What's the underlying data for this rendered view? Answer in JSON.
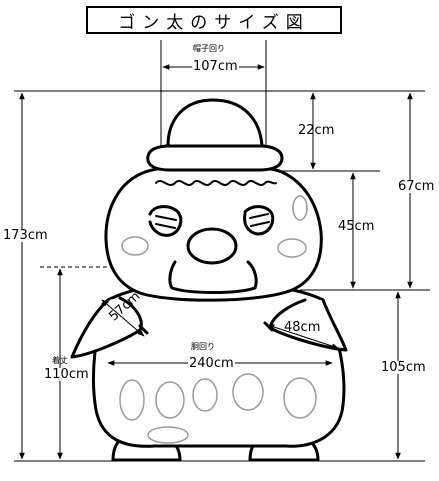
{
  "title": "ゴン太のサイズ図",
  "measurements": {
    "hat_circumference": {
      "label": "帽子回り",
      "value": "107cm"
    },
    "hat_height": {
      "value": "22cm"
    },
    "head_height": {
      "value": "45cm"
    },
    "head_total": {
      "value": "67cm"
    },
    "total_height": {
      "value": "173cm"
    },
    "length": {
      "label": "着丈",
      "value": "110cm"
    },
    "arm_left": {
      "value": "57cm"
    },
    "arm_right": {
      "value": "48cm"
    },
    "waist": {
      "label": "胴回り",
      "value": "240cm"
    },
    "body_height": {
      "value": "105cm"
    }
  }
}
